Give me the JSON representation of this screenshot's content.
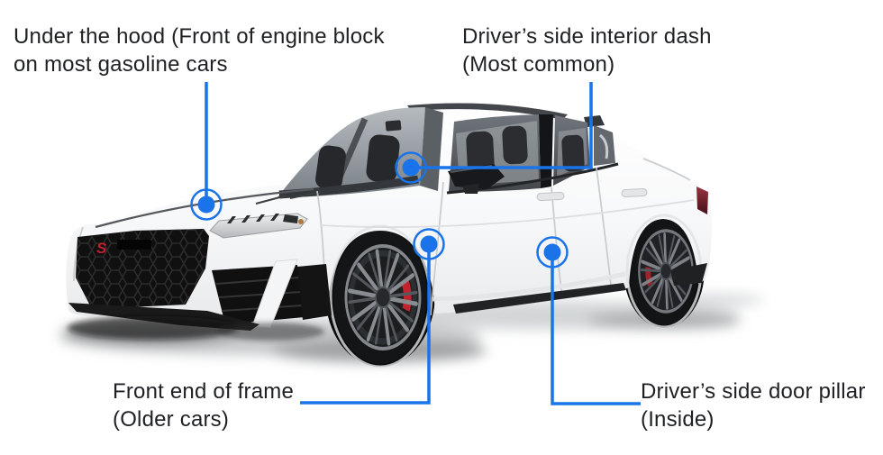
{
  "colors": {
    "accent_blue": "#1a73e8",
    "label_text": "#1f2023",
    "background": "#ffffff"
  },
  "illustration": "white sedan, front three-quarter view, with four VIN location markers",
  "labels": {
    "under_hood": {
      "line1": "Under the hood (Front of engine block",
      "line2": "on most gasoline cars"
    },
    "interior_dash": {
      "line1": "Driver’s side interior dash",
      "line2": "(Most common)"
    },
    "front_frame": {
      "line1": "Front end of frame",
      "line2": "(Older cars)"
    },
    "door_pillar": {
      "line1": "Driver’s side door pillar",
      "line2": "(Inside)"
    }
  }
}
